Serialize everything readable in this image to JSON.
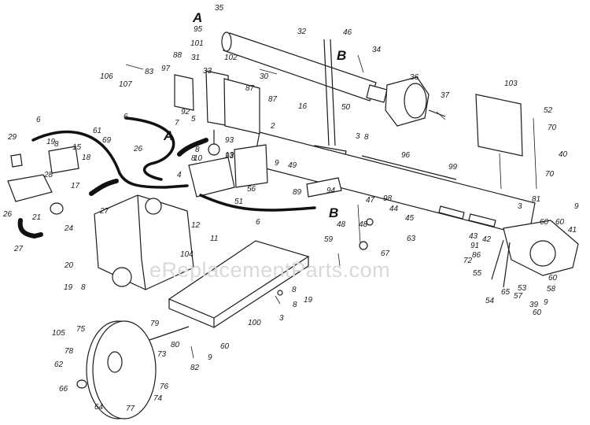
{
  "watermark": "eReplacementParts.com",
  "callouts": [
    "A",
    "B",
    "A",
    "B"
  ],
  "labels": [
    "35",
    "95",
    "101",
    "88",
    "31",
    "97",
    "106",
    "107",
    "83",
    "102",
    "33",
    "30",
    "32",
    "46",
    "34",
    "36",
    "37",
    "103",
    "52",
    "70",
    "40",
    "70",
    "92",
    "87",
    "87",
    "16",
    "50",
    "3",
    "8",
    "5",
    "7",
    "93",
    "2",
    "9",
    "49",
    "6",
    "61",
    "69",
    "29",
    "19",
    "8",
    "28",
    "15",
    "18",
    "17",
    "26",
    "6",
    "93",
    "4",
    "8",
    "10",
    "13",
    "56",
    "8",
    "96",
    "99",
    "94",
    "98",
    "47",
    "89",
    "12",
    "11",
    "51",
    "6",
    "48",
    "59",
    "48",
    "44",
    "45",
    "63",
    "67",
    "21",
    "26",
    "27",
    "24",
    "27",
    "104",
    "20",
    "19",
    "8",
    "100",
    "8",
    "19",
    "3",
    "8",
    "3",
    "81",
    "9",
    "60",
    "60",
    "41",
    "43",
    "42",
    "91",
    "86",
    "72",
    "55",
    "54",
    "65",
    "57",
    "53",
    "39",
    "58",
    "60",
    "9",
    "60",
    "79",
    "80",
    "9",
    "60",
    "82",
    "73",
    "75",
    "105",
    "78",
    "62",
    "66",
    "64",
    "77",
    "74",
    "76"
  ]
}
